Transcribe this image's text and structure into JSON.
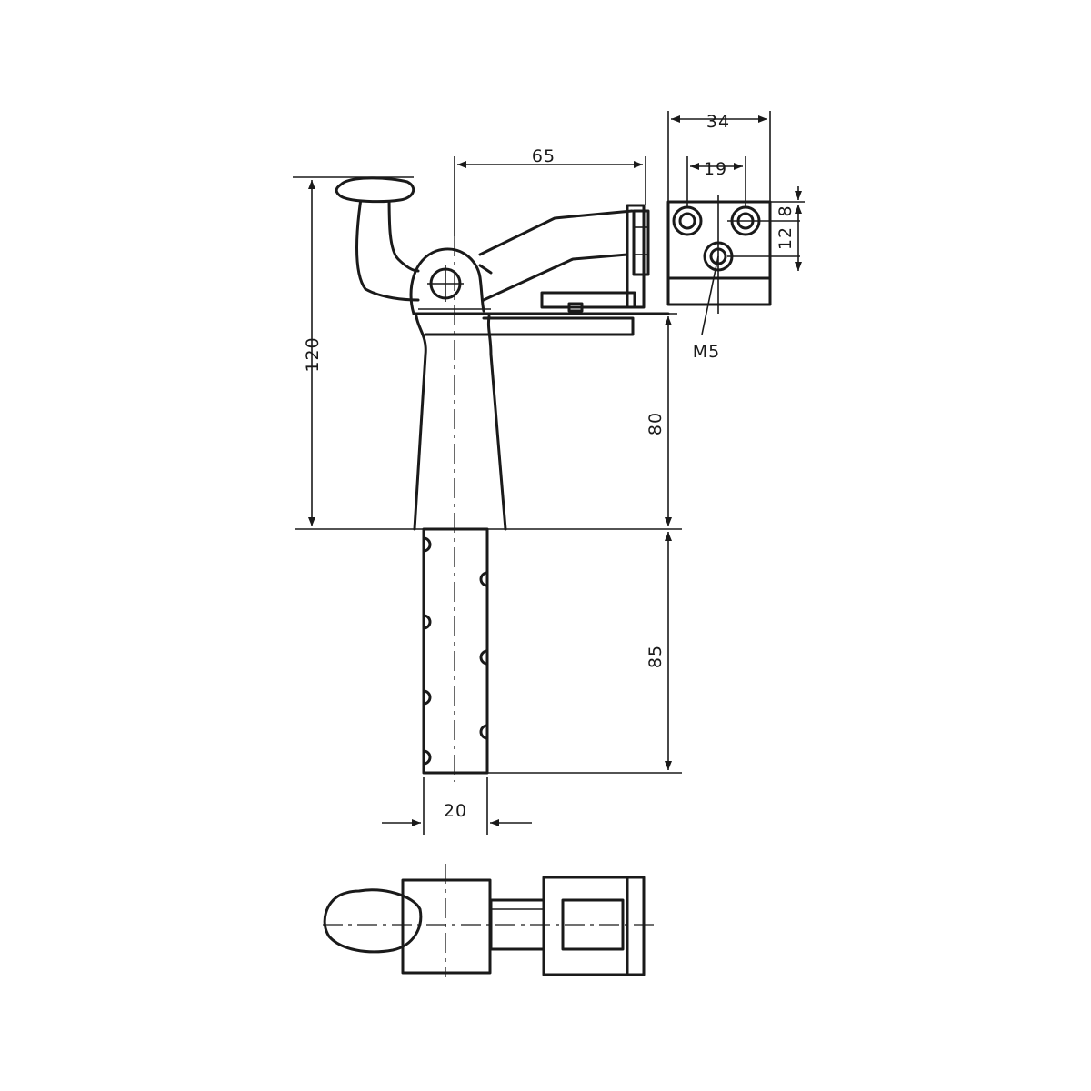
{
  "dimensions": {
    "overall_height": "120",
    "arm_length": "65",
    "block_width": "34",
    "hole_spacing": "19",
    "hole_offset_top": "8",
    "hole_offset_vertical": "12",
    "thread_callout": "M5",
    "upper_height": "80",
    "shaft_length": "85",
    "shaft_width": "20"
  }
}
